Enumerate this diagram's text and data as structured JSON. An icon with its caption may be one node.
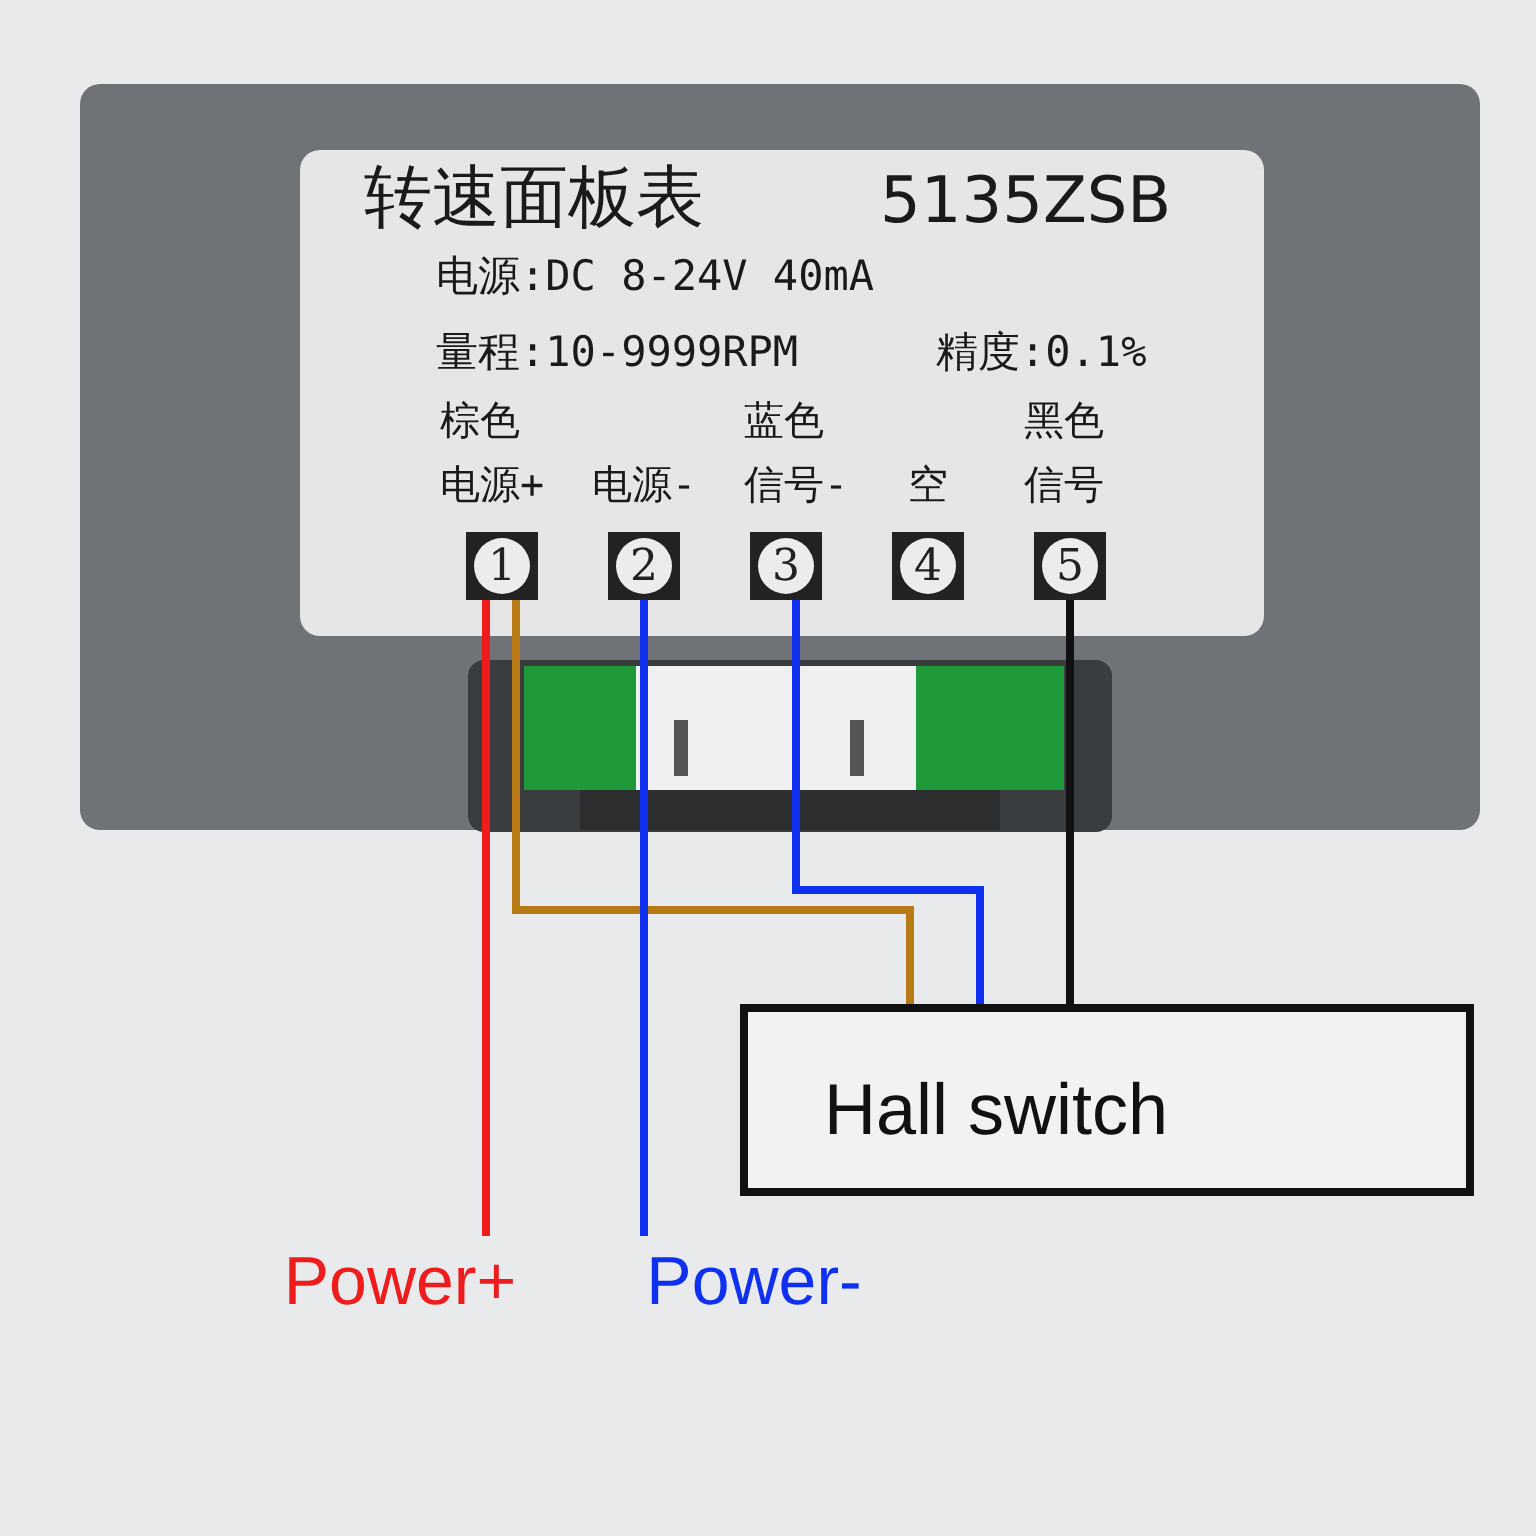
{
  "diagram": {
    "nodes": [
      {
        "text": [
          "1"
        ]
      },
      {
        "text": [
          "2"
        ]
      },
      {
        "text": [
          "3"
        ]
      },
      {
        "text": [
          "4"
        ]
      },
      {
        "text": [
          "5"
        ]
      },
      {
        "text": [
          "Hall switch"
        ]
      },
      {
        "text": [
          "Power+"
        ]
      },
      {
        "text": [
          "Power-"
        ]
      }
    ],
    "edges": [
      {
        "from": 0,
        "to": 6,
        "arrow": "none",
        "color": "#ee1c1c"
      },
      {
        "from": 0,
        "to": 5,
        "arrow": "none",
        "color": "#b87a14"
      },
      {
        "from": 1,
        "to": 7,
        "arrow": "none",
        "color": "#1030f0"
      },
      {
        "from": 2,
        "to": 5,
        "arrow": "none",
        "color": "#1030f0"
      },
      {
        "from": 4,
        "to": 5,
        "arrow": "none",
        "color": "#111111"
      }
    ],
    "labels": [
      "转速面板表",
      "5135ZSB",
      "电源:DC 8-24V 40mA",
      "量程:10-9999RPM",
      "精度:0.1%",
      "棕色",
      "蓝色",
      "黑色",
      "电源+",
      "电源-",
      "信号-",
      "空",
      "信号"
    ]
  }
}
